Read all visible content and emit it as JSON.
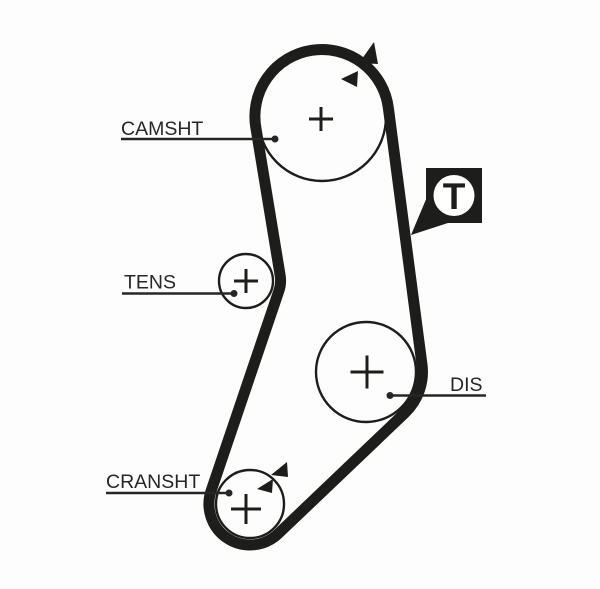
{
  "diagram": {
    "background": "#fdfdfd",
    "ink_color": "#1d1d1b",
    "label_color": "#262626",
    "pulleys": [
      {
        "id": "camshaft",
        "label": "CAMSHT"
      },
      {
        "id": "tensioner",
        "label": "TENS"
      },
      {
        "id": "distributor",
        "label": "DIS"
      },
      {
        "id": "crankshaft",
        "label": "CRANSHT"
      }
    ],
    "timing_mark_badge": {
      "letter": "T"
    }
  }
}
